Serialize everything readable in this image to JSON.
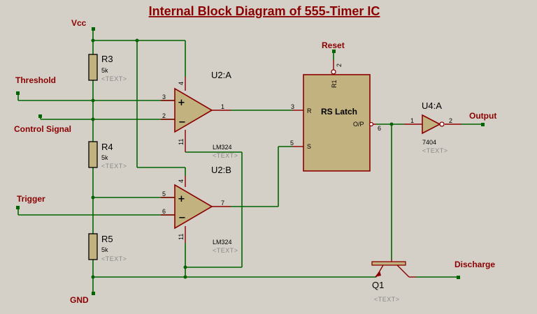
{
  "title": "Internal Block Diagram of 555-Timer IC",
  "net_labels": {
    "vcc": "Vcc",
    "gnd": "GND",
    "threshold": "Threshold",
    "control_signal": "Control Signal",
    "trigger": "Trigger",
    "reset": "Reset",
    "output": "Output",
    "discharge": "Discharge"
  },
  "resistors": [
    {
      "ref": "R3",
      "value": "5k",
      "text": "<TEXT>"
    },
    {
      "ref": "R4",
      "value": "5k",
      "text": "<TEXT>"
    },
    {
      "ref": "R5",
      "value": "5k",
      "text": "<TEXT>"
    }
  ],
  "opamps": [
    {
      "ref": "U2:A",
      "part": "LM324",
      "text": "<TEXT>",
      "pins": {
        "plus": "3",
        "minus": "2",
        "out": "1",
        "vplus": "4",
        "vminus": "11"
      }
    },
    {
      "ref": "U2:B",
      "part": "LM324",
      "text": "<TEXT>",
      "pins": {
        "plus": "5",
        "minus": "6",
        "out": "7",
        "vplus": "4",
        "vminus": "11"
      }
    }
  ],
  "latch": {
    "label": "RS Latch",
    "pin_r_label": "R",
    "pin_s_label": "S",
    "pin_op_label": "O/P",
    "pin_r1_label": "R1",
    "pin_r_num": "3",
    "pin_s_num": "5",
    "pin_op_num": "6",
    "pin_reset_num": "2"
  },
  "inverter": {
    "ref": "U4:A",
    "part": "7404",
    "text": "<TEXT>",
    "pin_in": "1",
    "pin_out": "2"
  },
  "transistor": {
    "ref": "Q1",
    "text": "<TEXT>"
  },
  "colors": {
    "background": "#d4d0c8",
    "wire": "#006400",
    "label": "#8b0000",
    "component_fill": "#c2b280"
  }
}
